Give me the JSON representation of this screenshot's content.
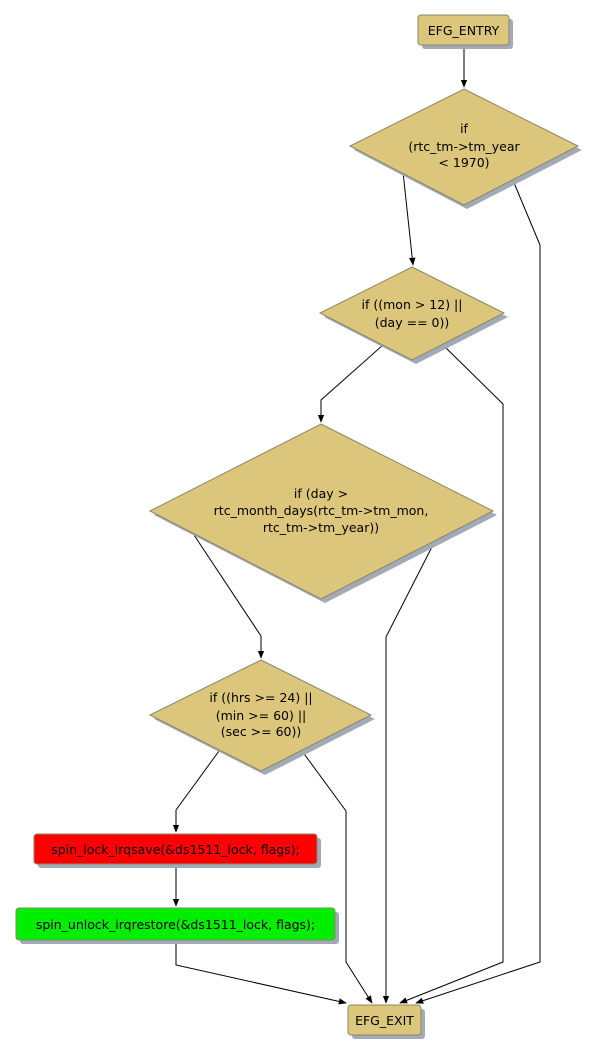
{
  "diagram": {
    "nodes": {
      "entry": {
        "label": "EFG_ENTRY",
        "color": "#dbc67c"
      },
      "cond_year": {
        "lines": [
          "if",
          "(rtc_tm->tm_year",
          "< 1970)"
        ],
        "color": "#dbc67c"
      },
      "cond_mon_day": {
        "lines": [
          "if ((mon > 12) ||",
          "(day == 0))"
        ],
        "color": "#dbc67c"
      },
      "cond_month_days": {
        "lines": [
          "if (day >",
          "rtc_month_days(rtc_tm->tm_mon,",
          "rtc_tm->tm_year))"
        ],
        "color": "#dbc67c"
      },
      "cond_time": {
        "lines": [
          "if ((hrs >= 24) ||",
          "(min >= 60) ||",
          "(sec >= 60))"
        ],
        "color": "#dbc67c"
      },
      "lock": {
        "label": "spin_lock_irqsave(&ds1511_lock, flags);",
        "color": "#ff0000"
      },
      "unlock": {
        "label": "spin_unlock_irqrestore(&ds1511_lock, flags);",
        "color": "#00ee00"
      },
      "exit": {
        "label": "EFG_EXIT",
        "color": "#dbc67c"
      }
    },
    "colors": {
      "shadow": "#a3aab7",
      "stroke": "#888866",
      "edge": "#000000"
    }
  }
}
